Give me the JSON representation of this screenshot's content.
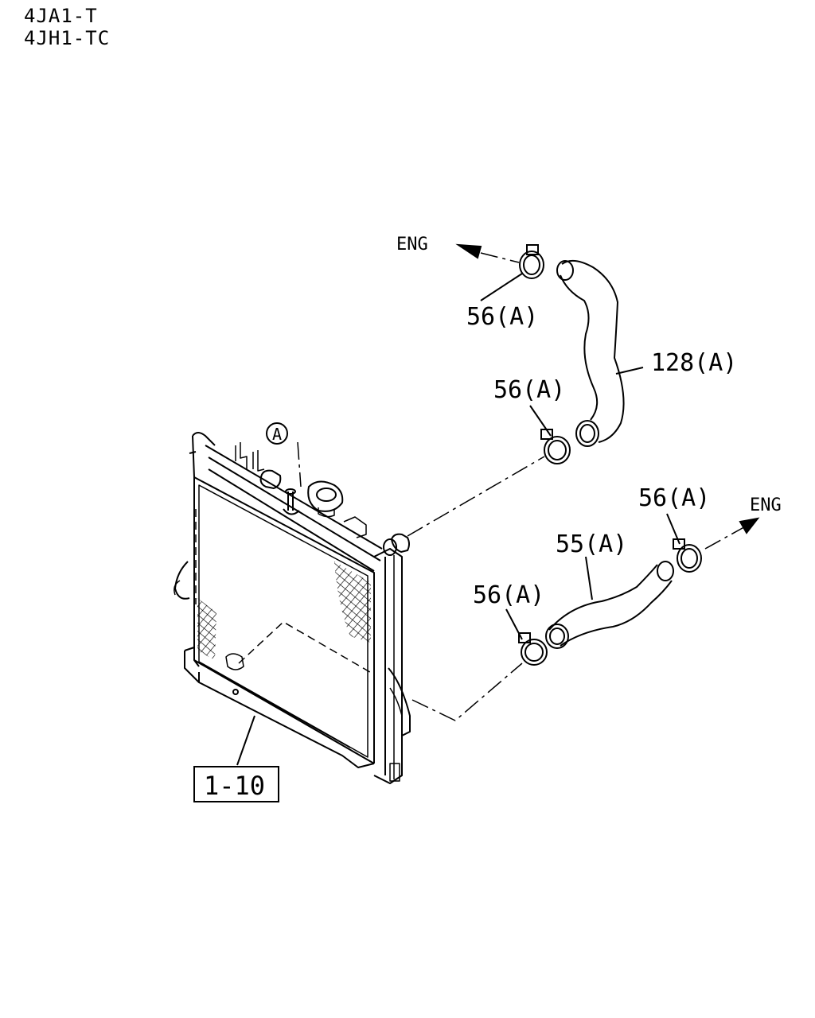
{
  "header": {
    "line1": "4JA1-T",
    "line2": "4JH1-TC"
  },
  "callouts": {
    "eng_upper": "ENG",
    "eng_lower": "ENG",
    "clamp_upper_outlet": "56(A)",
    "hose_upper": "128(A)",
    "clamp_upper_inlet": "56(A)",
    "clamp_lower_engine": "56(A)",
    "hose_lower": "55(A)",
    "clamp_lower_radiator": "56(A)",
    "radiator_ref": "1-10",
    "circle_ref": "A"
  }
}
